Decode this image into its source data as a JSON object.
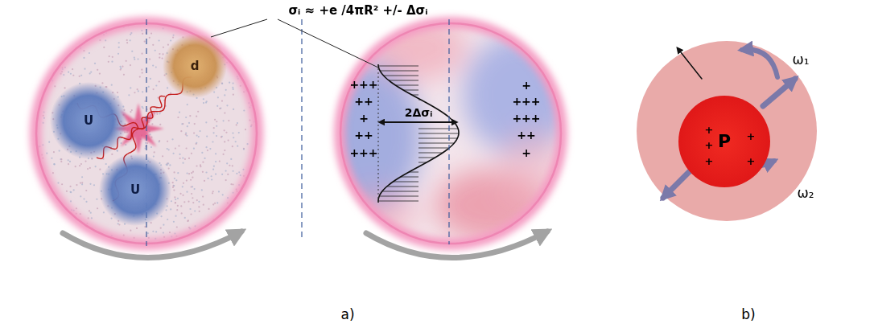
{
  "diagram": {
    "nodes": [
      {
        "text": [
          "d"
        ]
      },
      {
        "text": [
          "U"
        ]
      },
      {
        "text": [
          "U"
        ]
      },
      {
        "text": [
          "P"
        ]
      }
    ],
    "labels": [
      "σᵢ ≈ +e /4πR² +/- Δσᵢ",
      "2Δσᵢ",
      "+++",
      "++",
      "+",
      "++",
      "+++",
      "+",
      "+++",
      "+++",
      "++",
      "+",
      "+",
      "+",
      "+",
      "+",
      "+",
      "ω₁",
      "ω₂",
      "a)",
      "b)"
    ]
  }
}
